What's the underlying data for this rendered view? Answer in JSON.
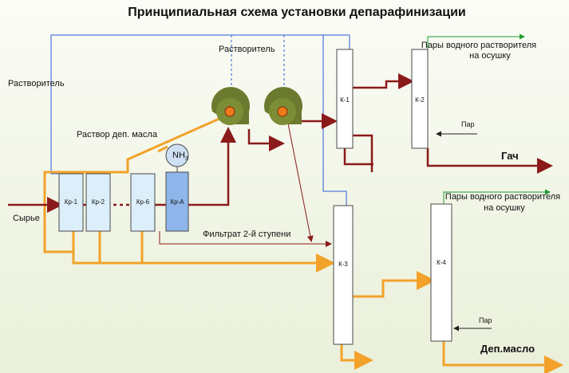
{
  "title": "Принципиальная схема установки депарафинизации",
  "labels": {
    "solvent_left": "Растворитель",
    "solvent_top": "Растворитель",
    "deparaffinized_oil_solution": "Раствор деп. масла",
    "feed": "Сырье",
    "filtrate_stage2": "Фильтрат 2-й ступени",
    "vapors_k2_line1": "Пары водного растворителя",
    "vapors_k2_line2": "на осушку",
    "vapors_k4_line1": "Пары водного растворителя",
    "vapors_k4_line2": "на осушку",
    "steam_k2": "Пар",
    "steam_k4": "Пар",
    "gach": "Гач",
    "dep_oil": "Деп.масло",
    "ammonia_base": "NH",
    "ammonia_sub": "3"
  },
  "equipment": {
    "kr1": "Кр-1",
    "kr2": "Кр-2",
    "kr6": "Кр-6",
    "kra": "Кр-А",
    "k1": "К-1",
    "k2": "К-2",
    "k3": "К-3",
    "k4": "К-4"
  },
  "colors": {
    "hot_line": "#8b1a1a",
    "oil_line": "#f2a22a",
    "solvent_line": "#2a5bd7",
    "vapor_line": "#1f9a2f",
    "filter_body": "#6b7a2e",
    "filter_core": "#f07a1a",
    "crystallizer": "#dbeefa",
    "ammonia_crystallizer": "#8fb6ea"
  }
}
